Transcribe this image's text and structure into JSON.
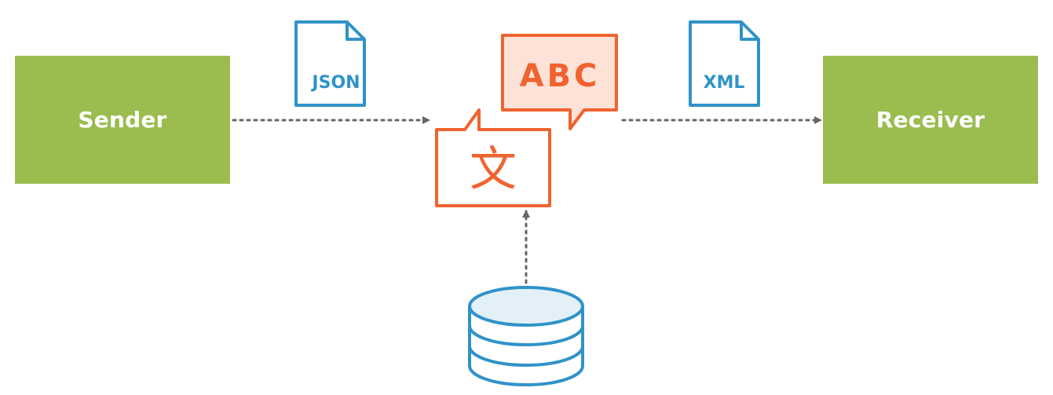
{
  "sender": {
    "label": "Sender"
  },
  "receiver": {
    "label": "Receiver"
  },
  "input_format": {
    "label": "JSON",
    "icon": "document-icon"
  },
  "output_format": {
    "label": "XML",
    "icon": "document-icon"
  },
  "translator": {
    "source_bubble": {
      "label": "文",
      "icon": "speech-bubble-icon"
    },
    "target_bubble": {
      "label": "ABC",
      "icon": "speech-bubble-icon"
    }
  },
  "data_store": {
    "icon": "database-icon"
  },
  "colors": {
    "node_fill": "#9bbc4f",
    "document_stroke": "#2f93c8",
    "translator_stroke": "#f0632f",
    "translator_fill": "#fde2d8",
    "database_fill": "#e3f0f8",
    "arrow": "#666666"
  }
}
